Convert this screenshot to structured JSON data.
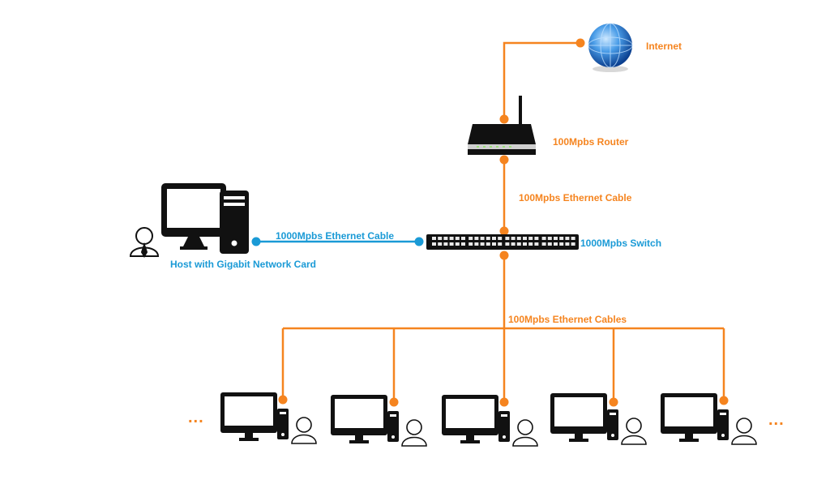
{
  "colors": {
    "orange": "#f5841f",
    "blue": "#1a9ad6",
    "device": "#111111"
  },
  "nodes": {
    "internet": {
      "label": "Internet",
      "icon": "globe-icon"
    },
    "router": {
      "label": "100Mpbs Router",
      "icon": "router-icon"
    },
    "switch": {
      "label": "1000Mpbs Switch",
      "icon": "switch-icon"
    },
    "host": {
      "label": "Host with Gigabit Network Card",
      "icon": "desktop-computer-icon"
    },
    "clients": [
      {
        "icon": "client-computer-icon"
      },
      {
        "icon": "client-computer-icon"
      },
      {
        "icon": "client-computer-icon"
      },
      {
        "icon": "client-computer-icon"
      },
      {
        "icon": "client-computer-icon"
      }
    ]
  },
  "links": {
    "router_switch": {
      "label": "100Mpbs Ethernet Cable",
      "color": "orange"
    },
    "host_switch": {
      "label": "1000Mpbs Ethernet Cable",
      "color": "blue"
    },
    "switch_clients": {
      "label": "100Mpbs Ethernet Cables",
      "color": "orange"
    }
  },
  "ellipsis": {
    "left": "...",
    "right": "..."
  }
}
